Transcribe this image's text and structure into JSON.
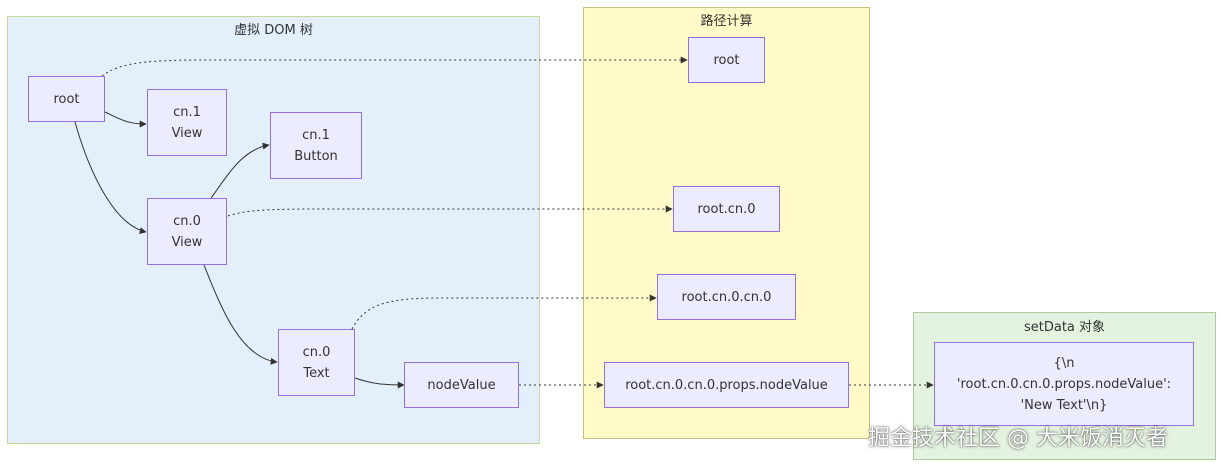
{
  "colors": {
    "vdom_fill": "#E3F0FC",
    "vdom_border": "#C9D89A",
    "path_fill": "#FFFAC8",
    "path_border": "#C8C080",
    "setdata_fill": "#E4F2E0",
    "setdata_border": "#AFCB9E",
    "node_fill": "#ECECFF",
    "node_border": "#9370DB",
    "edge": "#333333"
  },
  "clusters": {
    "vdom": {
      "title": "虚拟 DOM 树"
    },
    "path": {
      "title": "路径计算"
    },
    "setdata": {
      "title": "setData 对象"
    }
  },
  "nodes": {
    "root": {
      "lines": [
        "root"
      ]
    },
    "cn1_view": {
      "lines": [
        "cn.1",
        "View"
      ]
    },
    "cn1_button": {
      "lines": [
        "cn.1",
        "Button"
      ]
    },
    "cn0_view": {
      "lines": [
        "cn.0",
        "View"
      ]
    },
    "cn0_text": {
      "lines": [
        "cn.0",
        "Text"
      ]
    },
    "node_value": {
      "lines": [
        "nodeValue"
      ]
    },
    "path_root": {
      "lines": [
        "root"
      ]
    },
    "path_root_cn0": {
      "lines": [
        "root.cn.0"
      ]
    },
    "path_root_cn0_cn0": {
      "lines": [
        "root.cn.0.cn.0"
      ]
    },
    "path_full": {
      "lines": [
        "root.cn.0.cn.0.props.nodeValue"
      ]
    },
    "setdata_obj": {
      "lines": [
        "{\\n",
        "'root.cn.0.cn.0.props.nodeValue':",
        "'New Text'\\n}"
      ]
    }
  },
  "watermark": "掘金技术社区 @ 大米饭消灭者"
}
